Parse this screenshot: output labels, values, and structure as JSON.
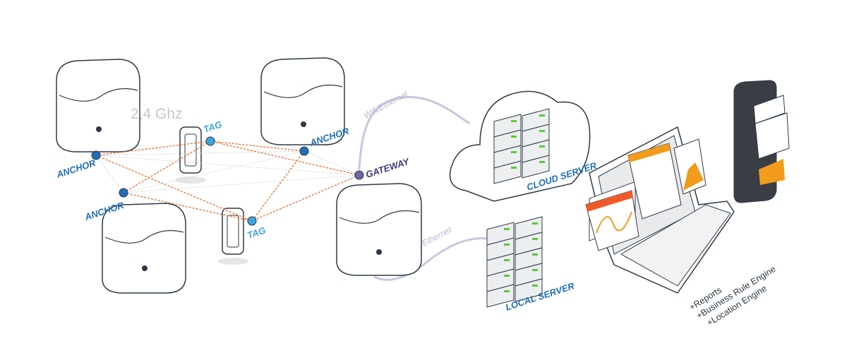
{
  "frequency_label": "2,4 Ghz",
  "anchors": [
    "ANCHOR",
    "ANCHOR",
    "ANCHOR"
  ],
  "tags": [
    "TAG",
    "TAG"
  ],
  "gateway": "GATEWAY",
  "links": [
    "Wifi/Ethernet",
    "Wifi/Ethernet"
  ],
  "cloud_server": "CLOUD SERVER",
  "local_server": "LOCAL SERVER",
  "features": [
    "+Reports",
    "+Business Rule Engine",
    "+Location Engine"
  ],
  "colors": {
    "anchor": "#1f6fb8",
    "tag": "#3aa7e0",
    "gateway": "#3b3a78",
    "ranging": "#f06a2a",
    "link": "#b9b6d3",
    "chart": "#f29b1d"
  }
}
